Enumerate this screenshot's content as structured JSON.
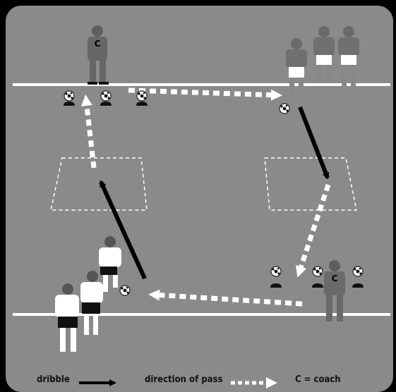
{
  "diagram": {
    "colors": {
      "background": "#8a8a8a",
      "frame": "#000000",
      "line": "#ffffff",
      "dribble_arrow": "#000000",
      "pass_arrow": "#ffffff",
      "player_dark": "#6e6e6e",
      "player_light": "#ffffff"
    },
    "coach_marker": "C",
    "legend": {
      "dribble_label": "dribble",
      "pass_label": "direction of pass",
      "coach_label": "C = coach"
    }
  }
}
